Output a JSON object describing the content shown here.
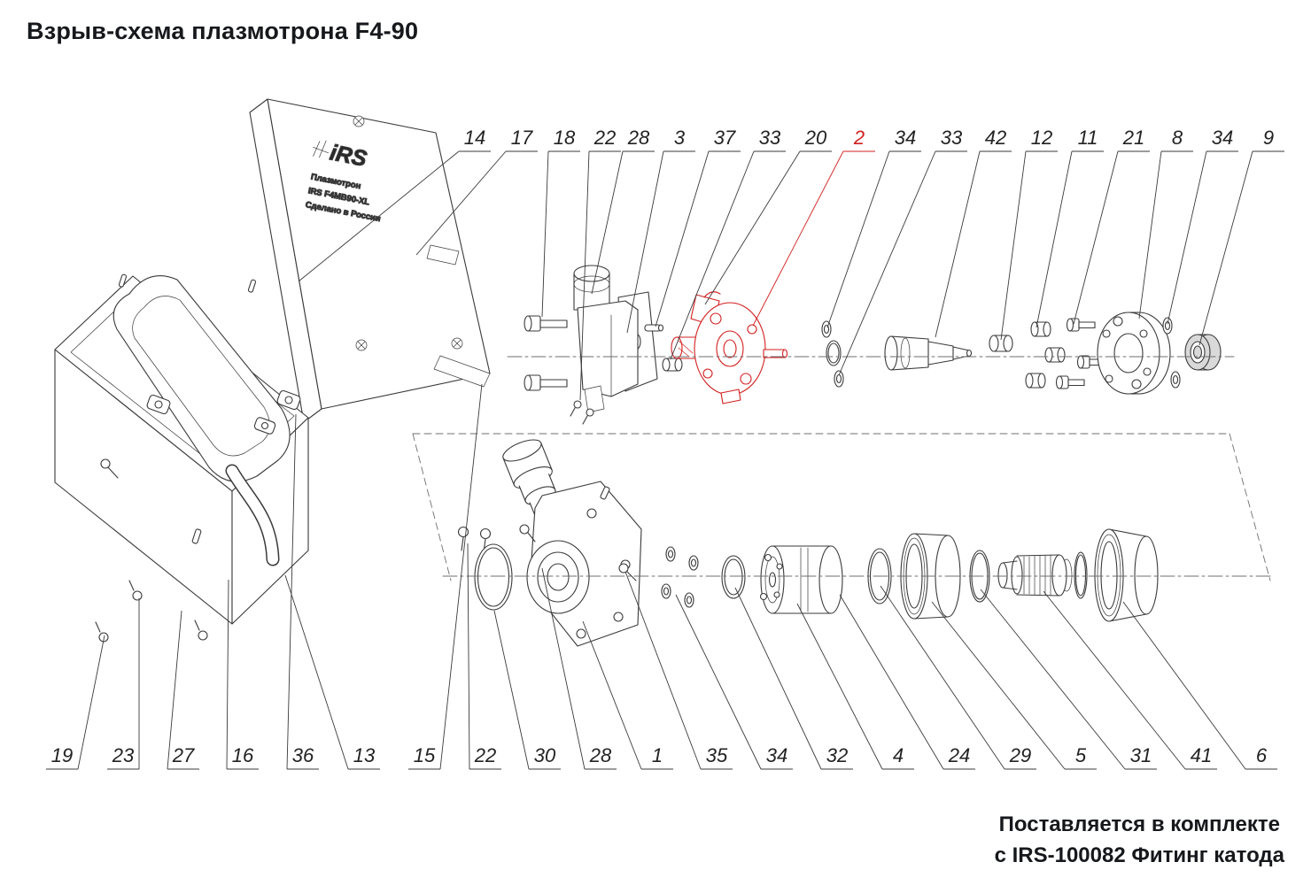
{
  "title": "Взрыв-схема плазмотрона F4-90",
  "footer": {
    "line1": "Поставляется в комплекте",
    "line2": "с IRS-100082 Фитинг катода"
  },
  "device_label": {
    "brand": "iRS",
    "line1": "Плазмотрон",
    "line2": "IRS F4MB90-XL",
    "line3": "Сделано в России"
  },
  "colors": {
    "highlight": "#d21f1f",
    "line": "#3a3a3a"
  },
  "callouts": {
    "top": [
      "14",
      "17",
      "18",
      "22",
      "28",
      "3",
      "37",
      "33",
      "20",
      "2",
      "34",
      "33",
      "42",
      "12",
      "11",
      "21",
      "8",
      "34",
      "9"
    ],
    "top_highlight_index": 9,
    "highlighted_part": "2",
    "bottom": [
      "19",
      "23",
      "27",
      "16",
      "36",
      "13",
      "15",
      "22",
      "30",
      "28",
      "1",
      "35",
      "34",
      "32",
      "4",
      "24",
      "29",
      "5",
      "31",
      "41",
      "6"
    ]
  }
}
